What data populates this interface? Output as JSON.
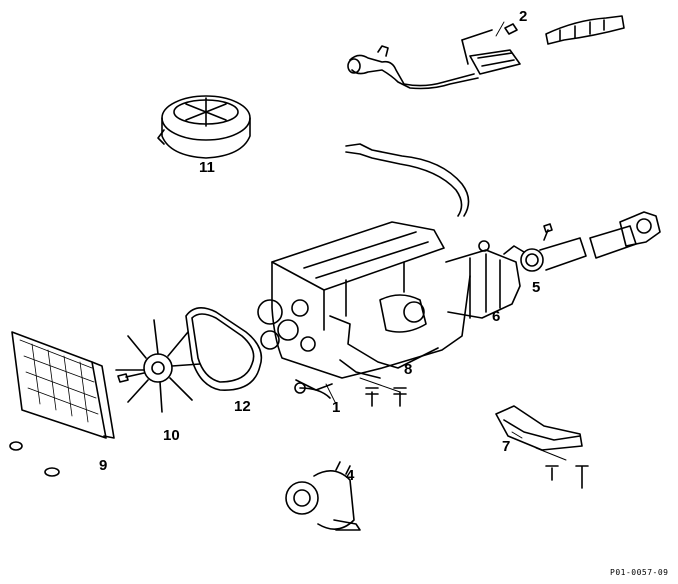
{
  "callouts": {
    "c1": "1",
    "c2": "2",
    "c4": "4",
    "c5": "5",
    "c6": "6",
    "c7": "7",
    "c8": "8",
    "c9": "9",
    "c10": "10",
    "c11": "11",
    "c12": "12"
  },
  "figure_code": "P01-0057-09"
}
